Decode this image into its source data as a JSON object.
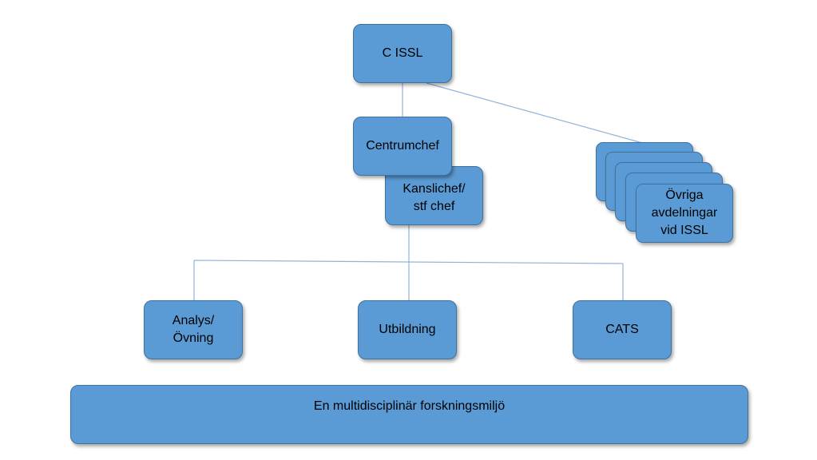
{
  "nodes": {
    "c_issl": "C ISSL",
    "centrumchef": "Centrumchef",
    "kanslichef": "Kanslichef/\nstf chef",
    "ovriga": "Övriga\navdelningar\nvid ISSL",
    "analys": "Analys/\nÖvning",
    "utbildning": "Utbildning",
    "cats": "CATS",
    "base": "En multidisciplinär forskningsmiljö"
  },
  "colors": {
    "box_fill": "#5b9bd5",
    "box_border": "#41719c",
    "connector": "#8fb4d9"
  }
}
